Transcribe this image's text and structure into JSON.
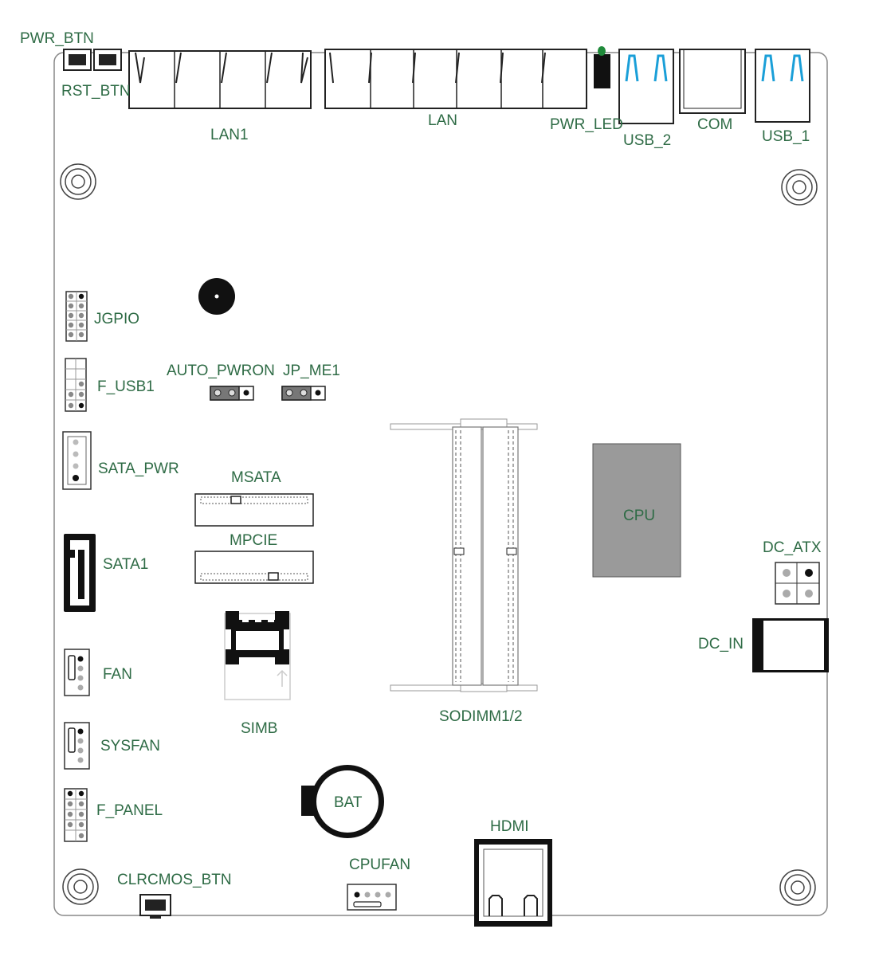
{
  "colors": {
    "label": "#2e6b45",
    "outline": "#333333",
    "usb_tongue": "#1a9fd8",
    "cpu_fill": "#9a9a9a",
    "led": "#1f8a3a"
  },
  "labels": {
    "pwr_btn": "PWR_BTN",
    "rst_btn": "RST_BTN",
    "lan1": "LAN1",
    "lan": "LAN",
    "pwr_led": "PWR_LED",
    "usb2": "USB_2",
    "com": "COM",
    "usb1": "USB_1",
    "jgpio": "JGPIO",
    "f_usb1": "F_USB1",
    "auto_pwron": "AUTO_PWRON",
    "jp_me1": "JP_ME1",
    "sata_pwr": "SATA_PWR",
    "msata": "MSATA",
    "mpcie": "MPCIE",
    "sata1": "SATA1",
    "cpu": "CPU",
    "dc_atx": "DC_ATX",
    "dc_in": "DC_IN",
    "fan": "FAN",
    "simb": "SIMB",
    "sodimm": "SODIMM1/2",
    "sysfan": "SYSFAN",
    "f_panel": "F_PANEL",
    "bat": "BAT",
    "hdmi": "HDMI",
    "cpufan": "CPUFAN",
    "clrcmos_btn": "CLRCMOS_BTN"
  }
}
